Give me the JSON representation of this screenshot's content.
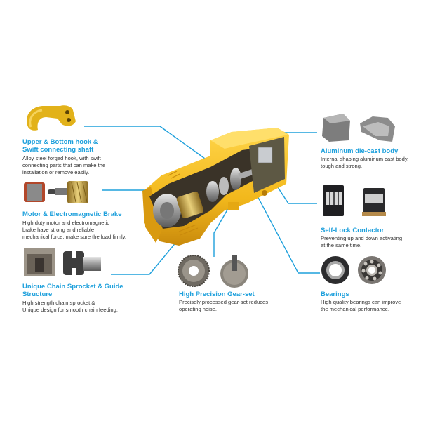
{
  "diagram": {
    "subject": "Electric chain hoist cutaway",
    "accent_color": "#1ea0dc",
    "body_color": "#f2b81c",
    "features": [
      {
        "id": "hook",
        "title": "Upper & Bottom hook & Swift connecting shaft",
        "title_lines": [
          "Upper & Bottom hook &",
          "Swift connecting shaft"
        ],
        "desc_lines": [
          "Alloy steel forged hook, with swift",
          "connecting parts that can make the",
          "installation or remove easily."
        ],
        "images": [
          "hook"
        ]
      },
      {
        "id": "motor",
        "title": "Motor & Electromagnetic Brake",
        "title_lines": [
          "Motor & Electromagnetic Brake"
        ],
        "desc_lines": [
          "High duty motor and electromagnetic",
          "brake have strong and reliable",
          "mechanical force, make sure the load firmly."
        ],
        "images": [
          "stator",
          "rotor-shaft"
        ]
      },
      {
        "id": "sprocket",
        "title": "Unique Chain Sprocket & Guide Structure",
        "title_lines": [
          "Unique Chain Sprocket & Guide",
          "Structure"
        ],
        "desc_lines": [
          "High strength chain sprocket &",
          "Unique design for smooth chain feeding."
        ],
        "images": [
          "chain-guide",
          "sprocket"
        ]
      },
      {
        "id": "gear",
        "title": "High Precision Gear-set",
        "title_lines": [
          "High Precision Gear-set"
        ],
        "desc_lines": [
          "Precisely processed gear-set reduces",
          "operating noise."
        ],
        "images": [
          "ring-gear",
          "shaft-gear"
        ]
      },
      {
        "id": "aluminum",
        "title": "Aluminum die-cast body",
        "title_lines": [
          "Aluminum die-cast body"
        ],
        "desc_lines": [
          "Internal shaping aluminum cast body,",
          "tough and strong."
        ],
        "images": [
          "cast-cover",
          "cast-body"
        ]
      },
      {
        "id": "contactor",
        "title": "Self-Lock Contactor",
        "title_lines": [
          "Self-Lock Contactor"
        ],
        "desc_lines": [
          "Preventing up and down activating",
          "at the same time."
        ],
        "images": [
          "contactor-a",
          "contactor-b"
        ]
      },
      {
        "id": "bearings",
        "title": "Bearings",
        "title_lines": [
          "Bearings"
        ],
        "desc_lines": [
          "High quality bearings can improve",
          "the mechanical performance."
        ],
        "images": [
          "sealed-bearing",
          "open-bearing"
        ]
      }
    ]
  }
}
